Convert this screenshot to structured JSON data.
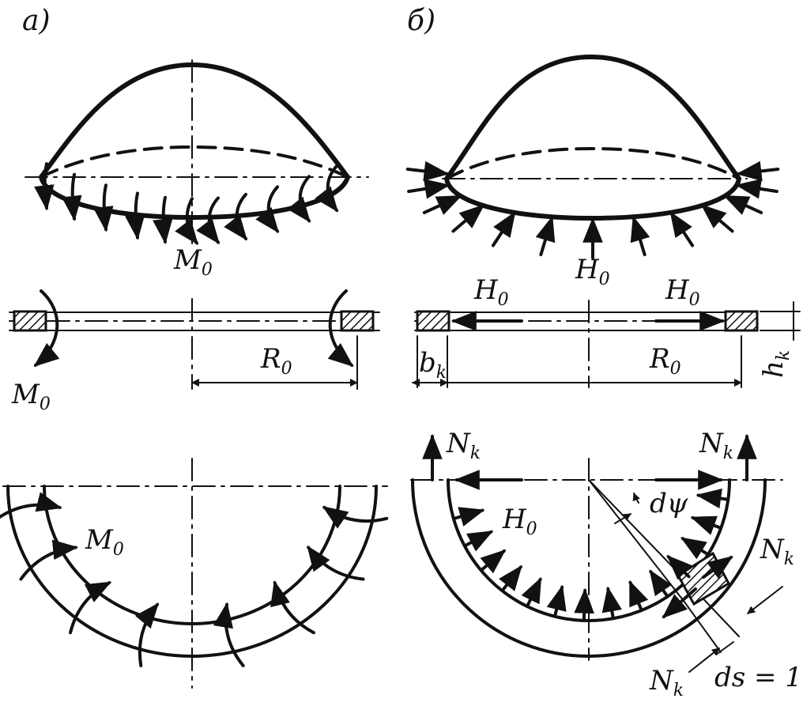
{
  "panels": {
    "a": {
      "tag": "а)"
    },
    "b": {
      "tag": "б)"
    }
  },
  "symbols": {
    "M": "M",
    "M_sub": "0",
    "H": "H",
    "H_sub": "0",
    "R": "R",
    "R_sub": "0",
    "b": "b",
    "b_sub": "k",
    "h": "h",
    "h_sub": "k",
    "N": "N",
    "N_sub": "k",
    "dpsi": "dψ",
    "ds": "ds = 1"
  }
}
